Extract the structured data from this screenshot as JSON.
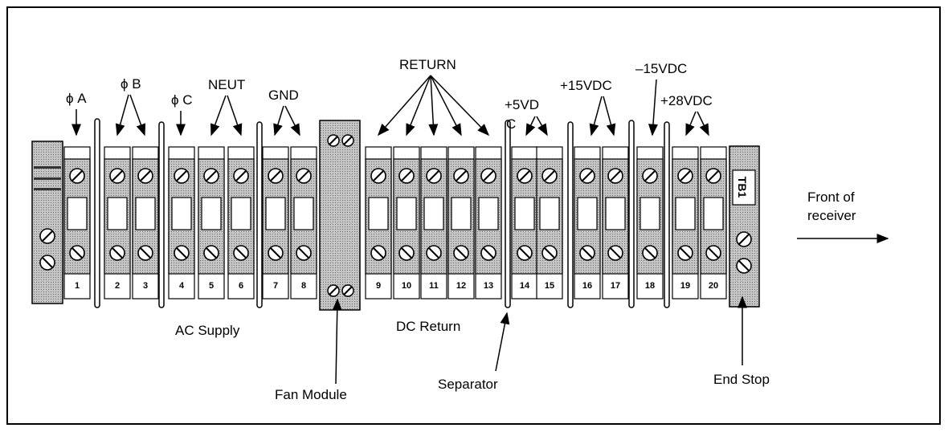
{
  "top_labels": {
    "phase_a": "ϕ A",
    "phase_b": "ϕ B",
    "phase_c": "ϕ C",
    "neutral": "NEUT",
    "ground": "GND",
    "return": "RETURN",
    "plus5vdc_line1": "+5VD",
    "plus5vdc_line2": "C",
    "plus15vdc": "+15VDC",
    "minus15vdc": "–15VDC",
    "plus28vdc": "+28VDC"
  },
  "group_labels": {
    "ac_supply": "AC Supply",
    "dc_return": "DC Return",
    "fan_module": "Fan Module",
    "separator": "Separator",
    "end_stop": "End Stop"
  },
  "front_of_receiver": {
    "line1": "Front of",
    "line2": "receiver"
  },
  "tb_label": "TB1",
  "terminals": [
    "1",
    "2",
    "3",
    "4",
    "5",
    "6",
    "7",
    "8",
    "9",
    "10",
    "11",
    "12",
    "13",
    "14",
    "15",
    "16",
    "17",
    "18",
    "19",
    "20"
  ]
}
